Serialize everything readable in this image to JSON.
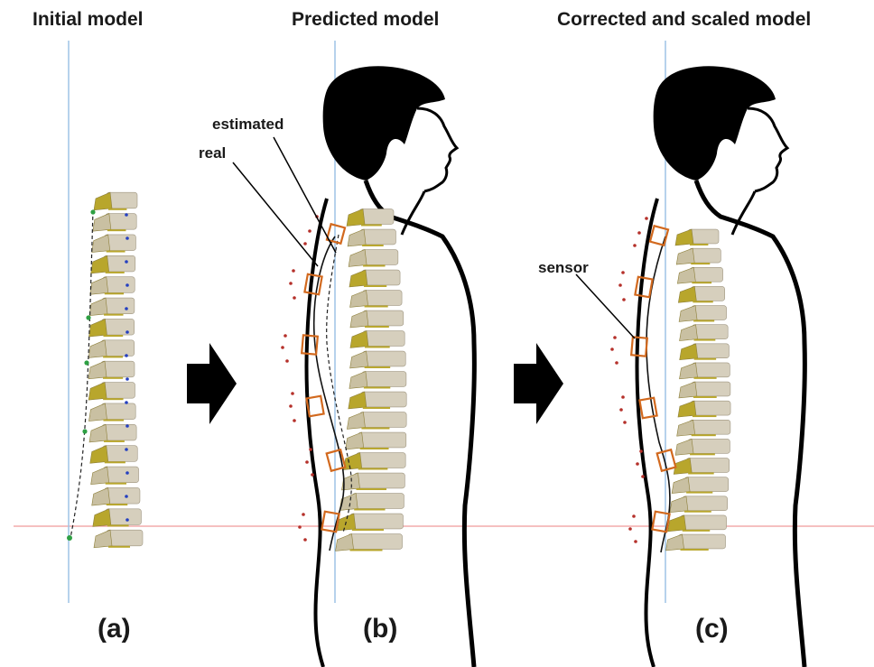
{
  "titles": {
    "a": "Initial model",
    "b": "Predicted model",
    "c": "Corrected and scaled model"
  },
  "labels": {
    "a": "(a)",
    "b": "(b)",
    "c": "(c)"
  },
  "annotations": {
    "estimated": "estimated",
    "real": "real",
    "sensor": "sensor"
  },
  "colors": {
    "vertebra_light": "#d6cfbd",
    "vertebra_dark": "#b8a62c",
    "vertical_ref_line": "#9ec3e6",
    "horizontal_ref_line": "#f19b9b",
    "sensor_box": "#d2691e",
    "marker_dot": "#b5302a",
    "curve_point_green": "#2ea043",
    "curve_point_blue": "#2540c0",
    "silhouette": "#000000"
  },
  "icons": [
    "right-arrow-icon",
    "right-arrow-icon"
  ]
}
